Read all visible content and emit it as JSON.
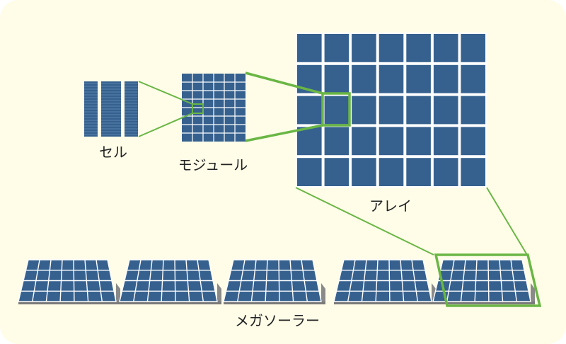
{
  "diagram": {
    "labels": {
      "cell": "セル",
      "module": "モジュール",
      "array": "アレイ",
      "mega_solar": "メガソーラー"
    },
    "colors": {
      "background": "#fffde8",
      "panel_blue": "#36618f",
      "panel_frame": "#ffffff",
      "highlight_green": "#6ab645",
      "stand_gray": "#8a8a8a"
    },
    "icons": {
      "cell": "solar-cell-icon",
      "module": "solar-module-icon",
      "array": "solar-array-icon",
      "farm_panel": "solar-panel-array-icon"
    }
  }
}
